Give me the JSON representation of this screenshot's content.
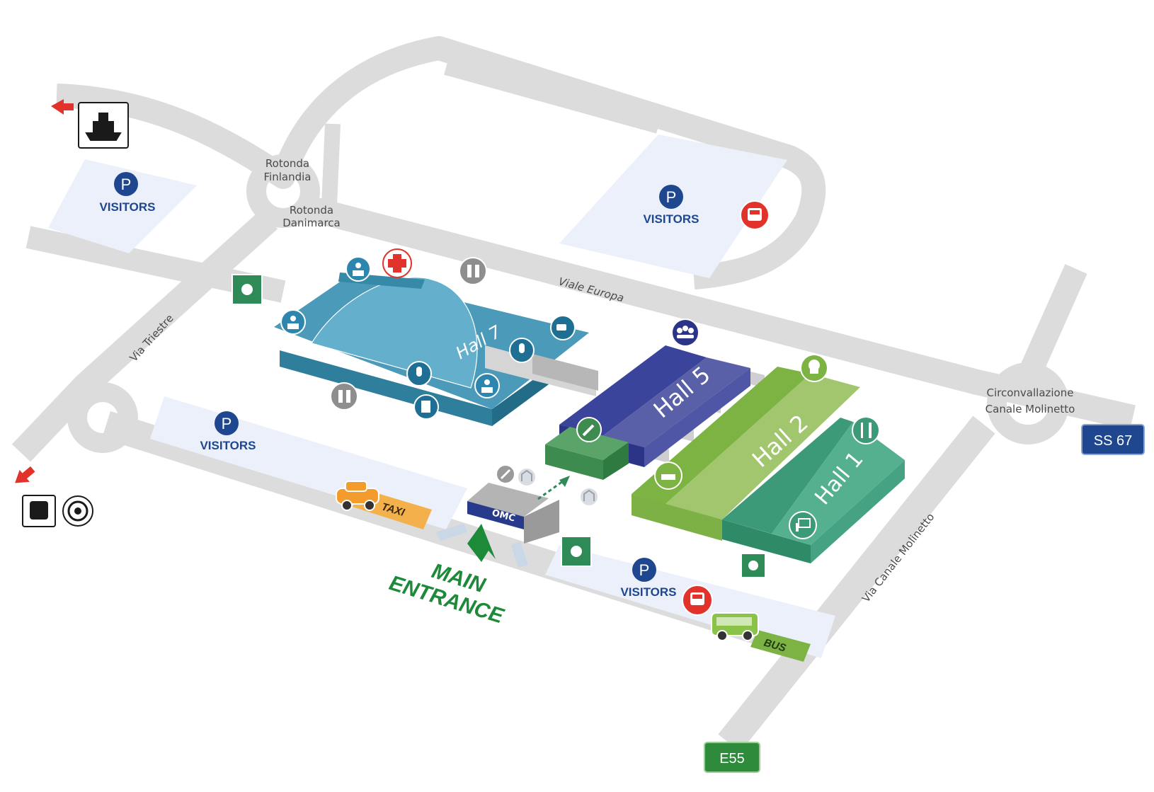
{
  "places": {
    "rotonda_finlandia": [
      "Rotonda",
      "Finlandia"
    ],
    "rotonda_danimarca": [
      "Rotonda",
      "Danimarca"
    ],
    "circonvallazione": [
      "Circonvallazione",
      "Canale Molinetto"
    ]
  },
  "roads": {
    "via_triestre": "Via Triestre",
    "viale_europa": "Viale Europa",
    "via_canale_molinetto": "Via Canale Molinetto",
    "ss67": "SS 67",
    "e55": "E55"
  },
  "parking": {
    "symbol": "P",
    "label": "VISITORS"
  },
  "halls": {
    "hall7": "Hall 7",
    "hall5": "Hall 5",
    "hall2": "Hall 2",
    "hall1": "Hall 1"
  },
  "omc": "OMC",
  "entrance": [
    "MAIN",
    "ENTRANCE"
  ],
  "transport": {
    "taxi": "TAXI",
    "bus": "BUS"
  },
  "colors": {
    "road": "#dcdcdc",
    "parking_area": "#ebf0fa",
    "parking_icon": "#1e4790",
    "hall7": "#4b9ab9",
    "hall5": "#3a449b",
    "hall2": "#8fc04e",
    "hall1": "#3d9a78",
    "entrance": "#1d8a3a",
    "bus_stop": "#e1322c",
    "exit_arrow": "#e1322c",
    "assembly_point": "#2e8b57"
  },
  "icons": [
    "ship-icon",
    "train-icon",
    "metro-icon",
    "first-aid-icon",
    "restroom-icon",
    "information-desk-icon",
    "coffee-icon",
    "microphone-icon",
    "document-icon",
    "meeting-icon",
    "restaurant-icon",
    "chef-icon",
    "presentation-icon",
    "assembly-point-icon",
    "bus-stop-icon",
    "taxi-icon",
    "bus-icon",
    "tools-icon",
    "shelter-icon",
    "pen-icon"
  ]
}
